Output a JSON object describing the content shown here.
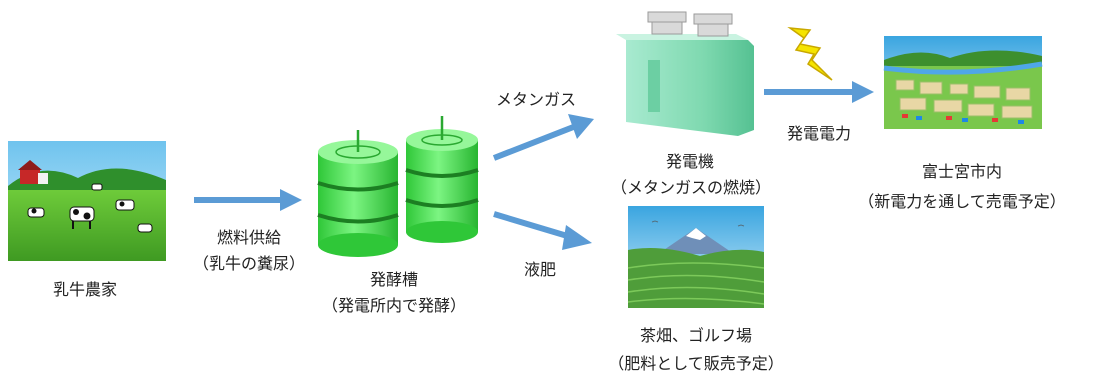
{
  "nodes": {
    "dairy_farm": {
      "label": "乳牛農家"
    },
    "fermenter": {
      "label": "発酵槽",
      "note": "（発電所内で発酵）"
    },
    "generator": {
      "label": "発電機",
      "note": "（メタンガスの燃焼）"
    },
    "city": {
      "label": "富士宮市内",
      "note": "（新電力を通して売電予定）"
    },
    "fields": {
      "label": "茶畑、ゴルフ場",
      "note": "（肥料として販売予定）"
    }
  },
  "edges": {
    "fuel": {
      "label": "燃料供給",
      "note": "（乳牛の糞尿）"
    },
    "methane": {
      "label": "メタンガス"
    },
    "power": {
      "label": "発電電力"
    },
    "fertilizer": {
      "label": "液肥"
    }
  },
  "colors": {
    "arrow": "#5b9bd5",
    "tank": "#49e34f",
    "generator": "#8fe0b8",
    "bolt": "#f5e400"
  }
}
